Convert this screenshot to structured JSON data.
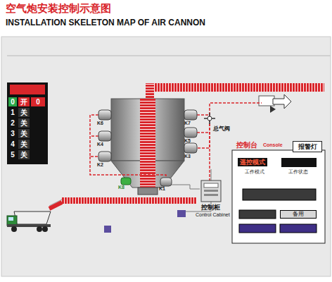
{
  "diagram": {
    "title": "空气炮安装控制示意图",
    "nodes": [
      {
        "text": [
          "控制台",
          "Console"
        ]
      },
      {
        "text": [
          "报警灯"
        ],
        "in": 0
      },
      {
        "text": [
          "遥控模式",
          "工作模式"
        ],
        "in": 0
      },
      {
        "text": [
          "工作状态"
        ],
        "in": 0
      },
      {
        "text": [
          "备用"
        ],
        "in": 0
      },
      {
        "text": [
          "控制柜",
          "Control Cabinet"
        ]
      }
    ],
    "labels": [
      "INSTALLATION SKELETON MAP OF AIR CANNON",
      "0",
      "开",
      "0",
      "1",
      "关",
      "2",
      "关",
      "3",
      "关",
      "4",
      "关",
      "5",
      "关",
      "K6",
      "K4",
      "K2",
      "K7",
      "K5",
      "K3",
      "K1",
      "K8",
      "总气阀"
    ]
  }
}
